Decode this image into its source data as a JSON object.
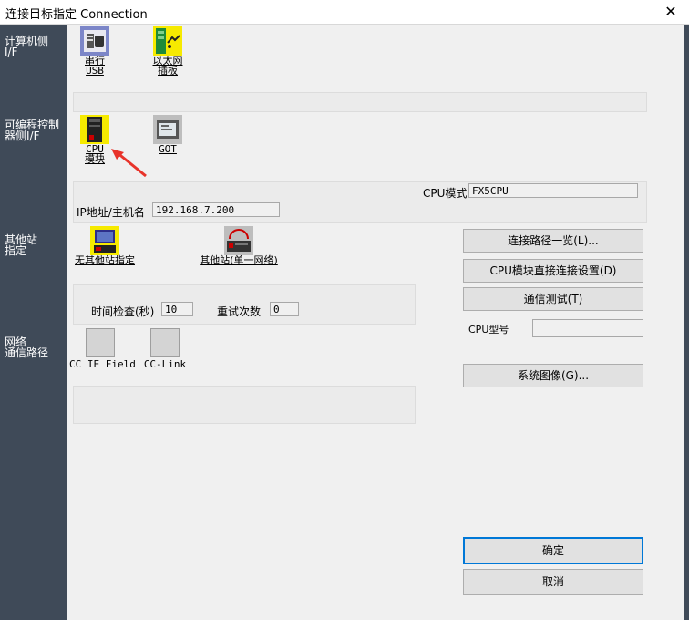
{
  "window": {
    "title": "连接目标指定 Connection",
    "close_glyph": "✕"
  },
  "sidebar": {
    "computer_if": [
      "计算机侧",
      "I/F"
    ],
    "plc_if": [
      "可编程控制",
      "器侧I/F"
    ],
    "other_station": [
      "其他站",
      "指定"
    ],
    "network_route": [
      "网络",
      "通信路径"
    ]
  },
  "pc_side": {
    "serial_usb": [
      "串行",
      "USB"
    ],
    "ethernet_board": [
      "以太网",
      "插板"
    ]
  },
  "plc_side": {
    "cpu_module": [
      "CPU",
      "模块"
    ],
    "got": "GOT",
    "cpu_mode_label": "CPU模式",
    "cpu_mode_value": "FX5CPU",
    "ip_label": "IP地址/主机名",
    "ip_value": "192.168.7.200"
  },
  "other_station": {
    "no_other": "无其他站指定",
    "other_single": "其他站(单一网络)",
    "timeout_label": "时间检查(秒)",
    "timeout_value": "10",
    "retry_label": "重试次数",
    "retry_value": "0"
  },
  "network": {
    "cc_ie_field": "CC IE Field",
    "cc_link": "CC-Link"
  },
  "buttons": {
    "route_list": "连接路径一览(L)...",
    "direct_connect": "CPU模块直接连接设置(D)",
    "comm_test": "通信测试(T)",
    "cpu_type_label": "CPU型号",
    "cpu_type_value": "",
    "system_image": "系统图像(G)...",
    "ok": "确定",
    "cancel": "取消"
  }
}
